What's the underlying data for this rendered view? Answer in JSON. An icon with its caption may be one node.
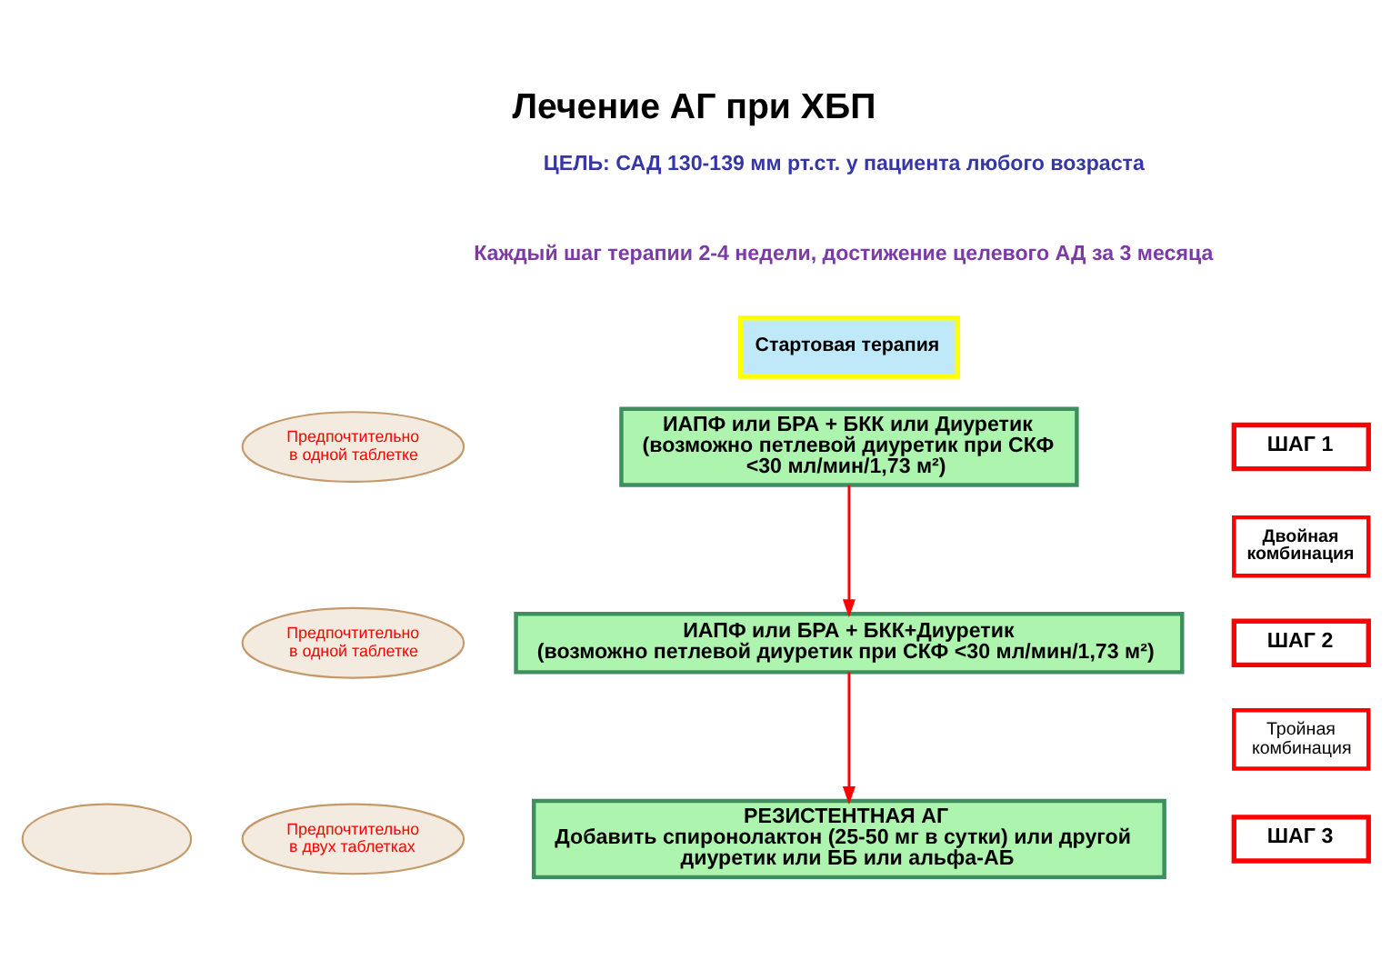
{
  "diagram": {
    "title": "Лечение АГ при ХБП",
    "nodes": [
      {
        "text": [
          "Стартовая терапия"
        ]
      },
      {
        "text": [
          "Предпочтительно в одной таблетке"
        ]
      },
      {
        "text": [
          "ИАПФ или БРА + БКК или Диуретик",
          "(возможно петлевой диуретик при СКФ <30 мл/мин/1,73 м²)"
        ]
      },
      {
        "text": [
          "ШАГ 1"
        ]
      },
      {
        "text": [
          "Двойная комбинация"
        ]
      },
      {
        "text": [
          "Предпочтительно в одной таблетке"
        ]
      },
      {
        "text": [
          "ИАПФ или БРА + БКК+Диуретик",
          "(возможно петлевой диуретик при СКФ <30 мл/мин/1,73 м²)"
        ]
      },
      {
        "text": [
          "ШАГ 2"
        ]
      },
      {
        "text": [
          "Тройная комбинация"
        ]
      },
      {
        "text": [],
        "shape": "ellipse"
      },
      {
        "text": [
          "Предпочтительно в двух таблетках"
        ]
      },
      {
        "text": [
          "РЕЗИСТЕНТНАЯ АГ",
          "Добавить спиронолактон (25-50 мг в сутки) или другой диуретик или ББ или альфа-АБ"
        ]
      },
      {
        "text": [
          "ШАГ 3"
        ]
      }
    ],
    "edges": [
      {
        "from": 2,
        "to": 6,
        "arrow": "to"
      },
      {
        "from": 6,
        "to": 11,
        "arrow": "to"
      }
    ],
    "labels": [
      "ЦЕЛЬ: САД 130-139 мм рт.ст. у пациента любого возраста",
      "Каждый шаг терапии 2-4 недели, достижение целевого АД за 3 месяца"
    ]
  }
}
